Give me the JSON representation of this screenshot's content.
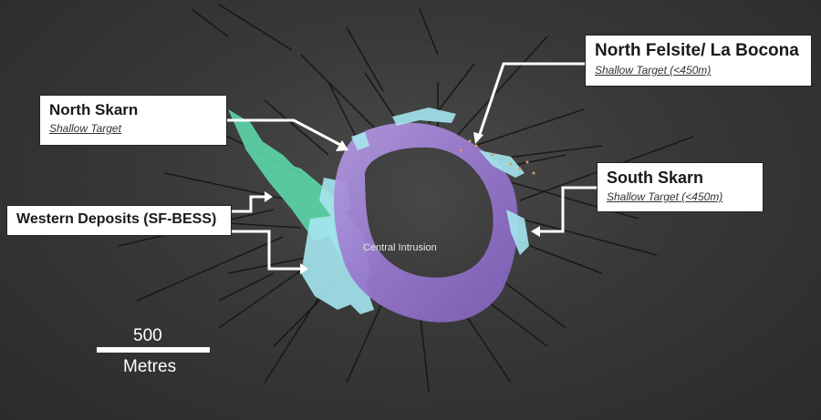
{
  "callouts": {
    "north_skarn": {
      "title": "North Skarn",
      "subtitle": "Shallow Target"
    },
    "north_felsite": {
      "title": "North Felsite/ La Bocona",
      "subtitle": "Shallow Target (<450m)"
    },
    "south_skarn": {
      "title": "South Skarn",
      "subtitle": "Shallow Target (<450m)"
    },
    "western_deposits": {
      "title": "Western Deposits (SF-BESS)"
    }
  },
  "intrusion_label": "Central Intrusion",
  "scale_bar": {
    "value": "500",
    "unit": "Metres"
  },
  "colors": {
    "background": "#333333",
    "intrusion": "#9b7fd0",
    "skarn": "#5fe0b0",
    "mineralisation": "#9fe8f0",
    "drillholes": "#111111",
    "callout_fill": "#ffffff",
    "arrow": "#ffffff"
  }
}
